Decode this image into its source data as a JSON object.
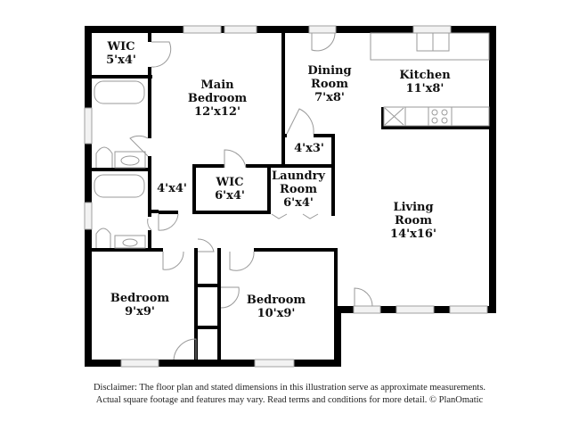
{
  "rooms": {
    "wic_main": {
      "name": "WIC",
      "dim": "5'x4'"
    },
    "main_bedroom": {
      "name1": "Main",
      "name2": "Bedroom",
      "dim": "12'x12'"
    },
    "dining": {
      "name1": "Dining",
      "name2": "Room",
      "dim": "7'x8'"
    },
    "kitchen": {
      "name": "Kitchen",
      "dim": "11'x8'"
    },
    "closet_4x3": {
      "dim": "4'x3'"
    },
    "closet_4x4": {
      "dim": "4'x4'"
    },
    "wic_small": {
      "name": "WIC",
      "dim": "6'x4'"
    },
    "laundry": {
      "name1": "Laundry",
      "name2": "Room",
      "dim": "6'x4'"
    },
    "living": {
      "name1": "Living",
      "name2": "Room",
      "dim": "14'x16'"
    },
    "bedroom_left": {
      "name": "Bedroom",
      "dim": "9'x9'"
    },
    "bedroom_right": {
      "name": "Bedroom",
      "dim": "10'x9'"
    }
  },
  "disclaimer": {
    "line1": "Disclaimer: The floor plan and stated dimensions in this illustration serve as approximate measurements.",
    "line2": "Actual square footage and features may vary. Read terms and conditions for more detail. © PlanOmatic"
  }
}
